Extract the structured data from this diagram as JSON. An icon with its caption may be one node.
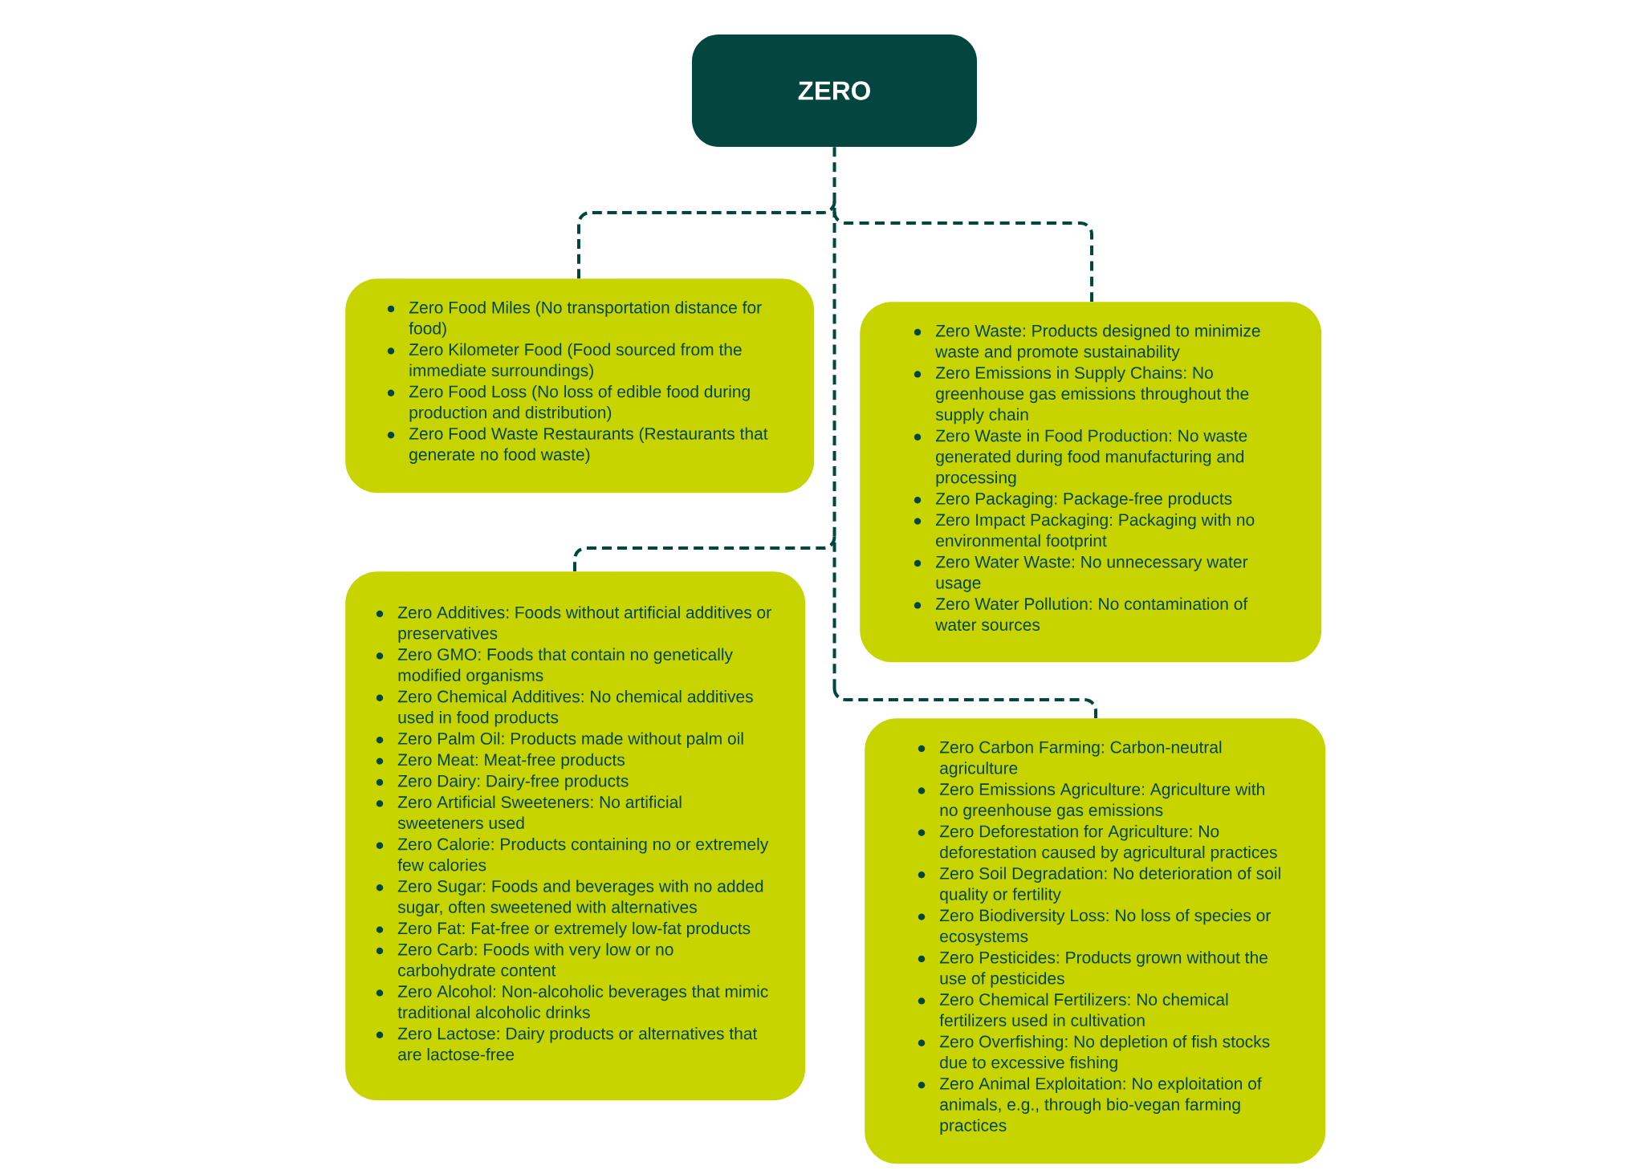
{
  "diagram": {
    "nodes": [
      {
        "text": [
          "ZERO"
        ]
      },
      {
        "text": [
          "Zero Food Miles (No transportation distance for food)",
          "Zero Kilometer Food (Food sourced from the immediate surroundings)",
          "Zero Food Loss (No loss of edible food during production and distribution)",
          "Zero Food Waste Restaurants (Restaurants that generate no food waste)"
        ]
      },
      {
        "text": [
          "Zero Waste: Products designed to minimize waste and promote sustainability",
          "Zero Emissions in Supply Chains: No greenhouse gas emissions throughout the supply chain",
          "Zero Waste in Food Production: No waste generated during food manufacturing and processing",
          "Zero Packaging: Package-free products",
          "Zero Impact Packaging: Packaging with no environmental footprint",
          "Zero Water Waste: No unnecessary water usage",
          "Zero Water Pollution: No contamination of water sources"
        ]
      },
      {
        "text": [
          "Zero Additives: Foods without artificial additives or preservatives",
          "Zero GMO: Foods that contain no genetically modified organisms",
          "Zero Chemical Additives: No chemical additives used in food products",
          "Zero Palm Oil: Products made without palm oil",
          "Zero Meat: Meat-free products",
          "Zero Dairy: Dairy-free products",
          "Zero Artificial Sweeteners: No artificial sweeteners used",
          "Zero Calorie: Products containing no or extremely few calories",
          "Zero Sugar: Foods and beverages with no added sugar, often sweetened with alternatives",
          "Zero Fat: Fat-free or extremely low-fat products",
          "Zero Carb: Foods with very low or no carbohydrate content",
          "Zero Alcohol: Non-alcoholic beverages that mimic traditional alcoholic drinks",
          "Zero Lactose: Dairy products or alternatives that are lactose-free"
        ]
      },
      {
        "text": [
          "Zero Carbon Farming: Carbon-neutral agriculture",
          "Zero Emissions Agriculture: Agriculture with no greenhouse gas emissions",
          "Zero Deforestation for Agriculture: No deforestation caused by agricultural practices",
          "Zero Soil Degradation: No deterioration of soil quality or fertility",
          "Zero Biodiversity Loss: No loss of species or ecosystems",
          "Zero Pesticides: Products grown without the use of pesticides",
          "Zero Chemical Fertilizers: No chemical fertilizers used in cultivation",
          "Zero Overfishing: No depletion of fish stocks due to excessive fishing",
          "Zero Animal Exploitation: No exploitation of animals, e.g., through bio-vegan farming practices"
        ]
      }
    ],
    "edges": [
      {
        "from": 0,
        "to": 1,
        "arrow": "none",
        "style": "dashed"
      },
      {
        "from": 0,
        "to": 2,
        "arrow": "none",
        "style": "dashed"
      },
      {
        "from": 0,
        "to": 3,
        "arrow": "none",
        "style": "dashed"
      },
      {
        "from": 0,
        "to": 4,
        "arrow": "none",
        "style": "dashed"
      }
    ]
  }
}
